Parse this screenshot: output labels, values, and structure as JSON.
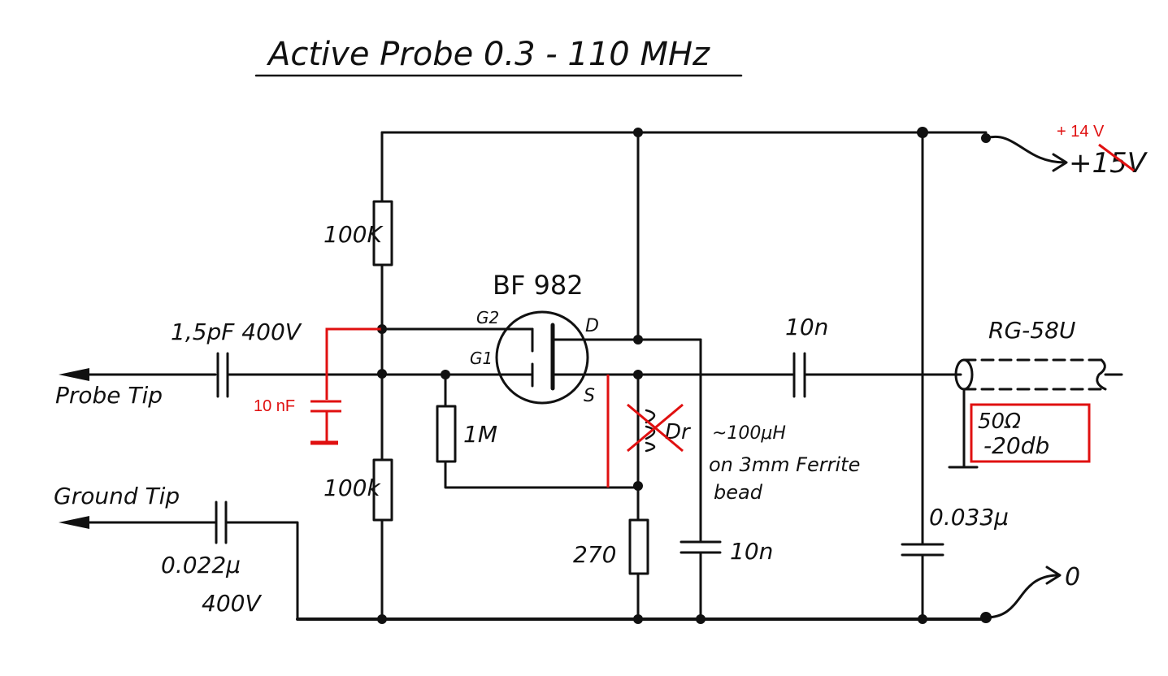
{
  "title": "Active Probe  0.3 - 110 MHz",
  "labels": {
    "supply_new": "+ 14 V",
    "supply_old": "+15V",
    "ground_out": "0",
    "r_top": "100K",
    "r_bottom": "100k",
    "r_gate": "1M",
    "r_source": "270",
    "transistor": "BF 982",
    "pin_g2": "G2",
    "pin_g1": "G1",
    "pin_d": "D",
    "pin_s": "S",
    "c_input": "1,5pF 400V",
    "c_added": "10 nF",
    "c_ground": "0.022μ",
    "c_ground_v": "400V",
    "c_coupling": "10n",
    "c_drain": "10n",
    "c_supply": "0.033μ",
    "choke": "Dr",
    "choke_desc1": "~100μH",
    "choke_desc2": "on 3mm Ferrite",
    "choke_desc3": "bead",
    "probe_tip": "Probe Tip",
    "ground_tip": "Ground Tip",
    "cable": "RG-58U",
    "load1": "50Ω",
    "load2": "-20db"
  },
  "colors": {
    "ink": "#111111",
    "annotation": "#e01010"
  }
}
